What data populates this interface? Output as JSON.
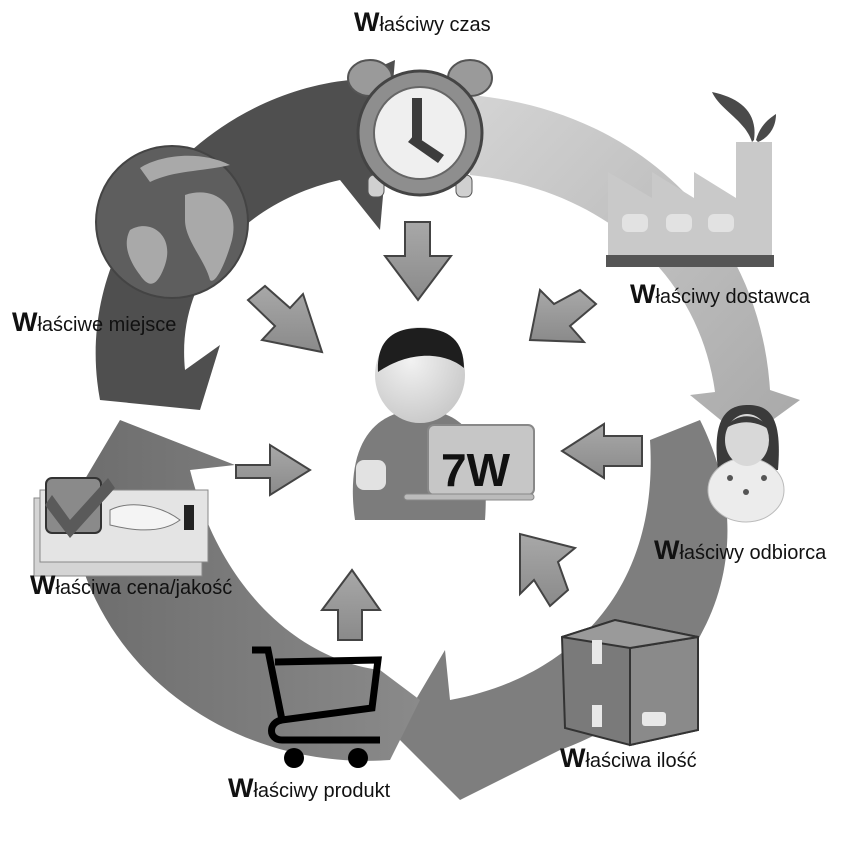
{
  "title": "7W",
  "center": {
    "badge_text": "7W",
    "icon": "user-with-laptop-icon"
  },
  "items": [
    {
      "id": "czas",
      "first_letter": "W",
      "rest": "łaściwy czas",
      "icon": "alarm-clock-icon"
    },
    {
      "id": "dostawca",
      "first_letter": "W",
      "rest": "łaściwy dostawca",
      "icon": "factory-icon"
    },
    {
      "id": "odbiorca",
      "first_letter": "W",
      "rest": "łaściwy odbiorca",
      "icon": "woman-customer-icon"
    },
    {
      "id": "ilosc",
      "first_letter": "W",
      "rest": "łaściwa ilość",
      "icon": "cardboard-box-icon"
    },
    {
      "id": "produkt",
      "first_letter": "W",
      "rest": "łaściwy produkt",
      "icon": "shopping-cart-icon"
    },
    {
      "id": "cena",
      "first_letter": "W",
      "rest": "łaściwa cena/jakość",
      "icon": "money-handshake-icon"
    },
    {
      "id": "miejsce",
      "first_letter": "W",
      "rest": "łaściwe miejsce",
      "icon": "globe-icon"
    }
  ],
  "colors": {
    "ring_dark": "#4a4a4a",
    "ring_mid": "#6e6e6e",
    "ring_light": "#b8b8b8",
    "arrow_fill": "#9a9a9a",
    "text": "#111111"
  }
}
